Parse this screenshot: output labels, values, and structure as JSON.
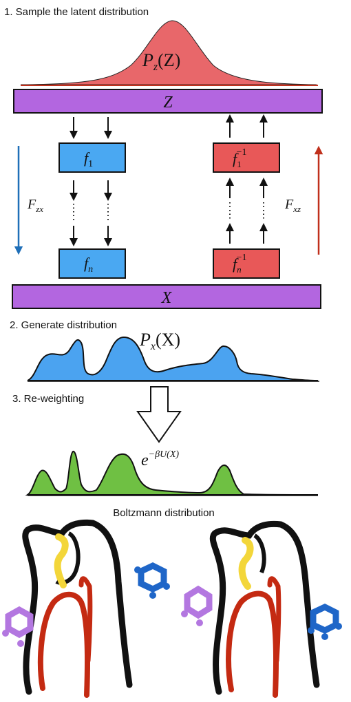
{
  "steps": {
    "step1": "1. Sample the latent distribution",
    "step2": "2. Generate distribution",
    "step3": "3. Re-weighting",
    "boltzmann": "Boltzmann distribution"
  },
  "latent": {
    "pz_fn": "P",
    "pz_sub": "z",
    "pz_arg": "(Z)",
    "z_bar": "Z",
    "x_bar": "X"
  },
  "flows": {
    "f1": "f",
    "f1_sub": "1",
    "fn": "f",
    "fn_sub": "n",
    "f1_inv": "f",
    "f1_inv_sub": "1",
    "f1_inv_sup": "−1",
    "fn_inv": "f",
    "fn_inv_sub": "n",
    "fn_inv_sup": "−1",
    "fzx": "F",
    "fzx_sub": "zx",
    "fxz": "F",
    "fxz_sub": "xz"
  },
  "generated": {
    "px_fn": "P",
    "px_sub": "x",
    "px_arg": "(X)"
  },
  "reweight": {
    "exp_base": "e",
    "exp_sup": "−βU(X)"
  },
  "colors": {
    "latent_fill": "#e8676a",
    "bar_purple": "#b366e0",
    "flow_blue": "#4aa8f2",
    "flow_red": "#e85858",
    "generated_fill": "#4ba3f0",
    "reweighted_fill": "#6fc043",
    "arrow_blue": "#1f6fb8",
    "arrow_red": "#c0301c",
    "molecule_black": "#111111",
    "molecule_yellow": "#f3d63a",
    "molecule_red": "#c42a12",
    "molecule_blue": "#1f66c8",
    "molecule_purple": "#b377e0"
  }
}
